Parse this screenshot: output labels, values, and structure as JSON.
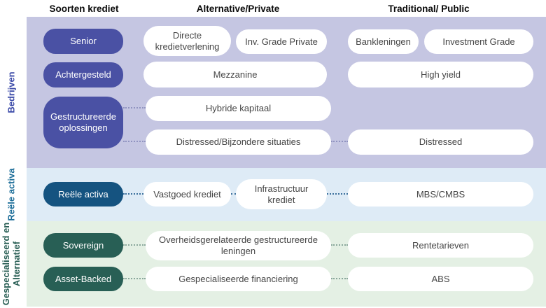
{
  "header": {
    "soorten": "Soorten krediet",
    "alternative": "Alternative/Private",
    "traditional": "Traditional/ Public"
  },
  "sections": {
    "bedrijven": {
      "label": "Bedrijven",
      "categories": {
        "senior": "Senior",
        "achtergesteld": "Achtergesteld",
        "gestructureerde": "Gestructureerde oplossingen"
      },
      "alternative_private": {
        "directe": "Directe kredietverlening",
        "inv_grade_private": "Inv. Grade Private",
        "mezzanine": "Mezzanine",
        "hybride": "Hybride kapitaal",
        "distressed_situaties": "Distressed/Bijzondere situaties"
      },
      "traditional_public": {
        "bankleningen": "Bankleningen",
        "investment_grade": "Investment Grade",
        "high_yield": "High yield",
        "distressed": "Distressed"
      }
    },
    "reele_activa": {
      "label": "Reële activa",
      "categories": {
        "reele_activa": "Reële activa"
      },
      "alternative_private": {
        "vastgoed": "Vastgoed krediet",
        "infrastructuur": "Infrastructuur krediet"
      },
      "traditional_public": {
        "mbs_cmbs": "MBS/CMBS"
      }
    },
    "gespecialiseerd": {
      "label": "Gespecialiseerd en Alternatief",
      "categories": {
        "sovereign": "Sovereign",
        "asset_backed": "Asset-Backed"
      },
      "alternative_private": {
        "overheidsgerelateerde": "Overheidsgerelateerde gestructureerde leningen",
        "gespecialiseerde_financiering": "Gespecialiseerde financiering"
      },
      "traditional_public": {
        "rentetarieven": "Rentetarieven",
        "abs": "ABS"
      }
    }
  },
  "colors": {
    "indigo_pill": "#4a51a4",
    "lavender_bg": "#c5c6e2",
    "dark_blue_pill": "#155380",
    "light_blue_bg": "#deebf6",
    "teal_pill": "#285f55",
    "light_green_bg": "#e4f0e4"
  }
}
